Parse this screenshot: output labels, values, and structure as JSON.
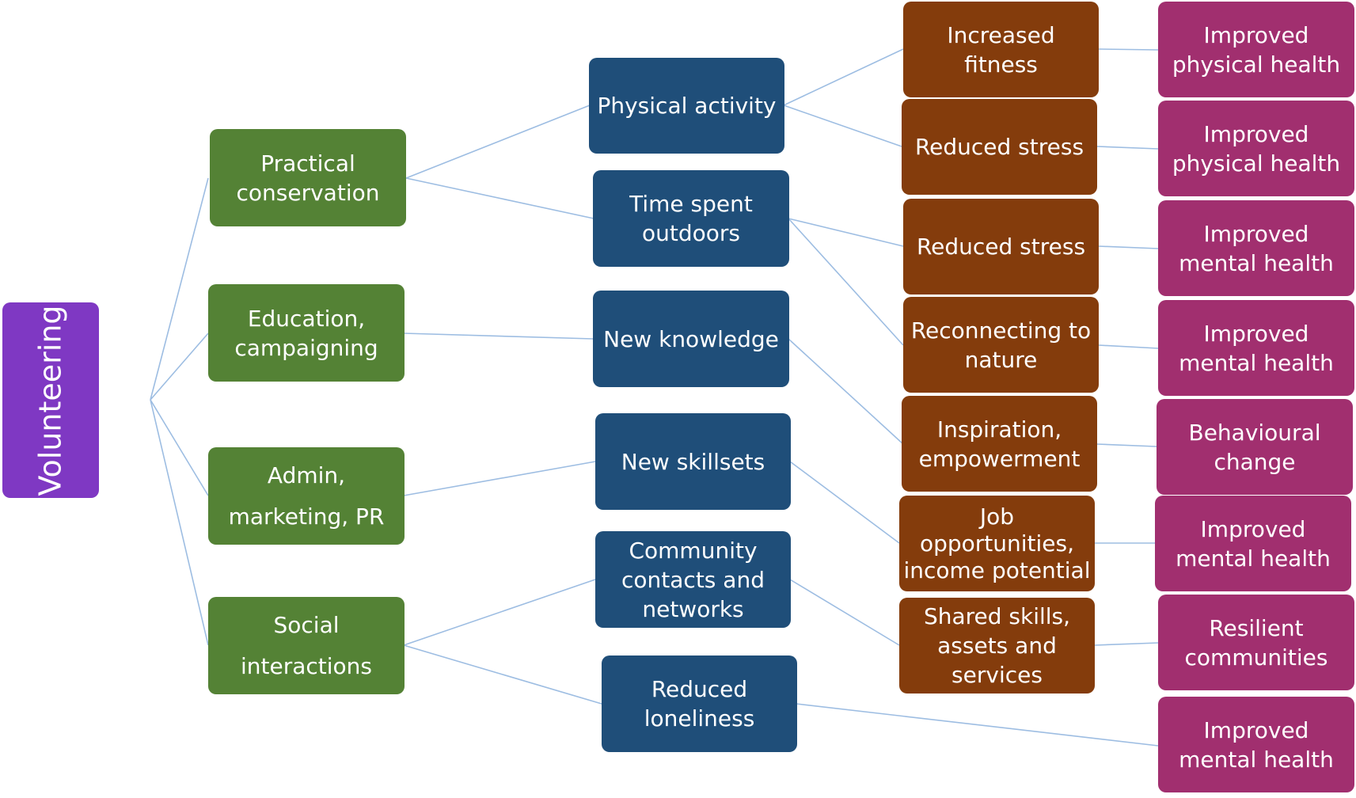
{
  "root": {
    "label": "Volunteering",
    "color": "#7f38c3"
  },
  "activities": [
    "Practical conservation",
    "Education, campaigning",
    "Admin, marketing, PR",
    "Social interactions"
  ],
  "mechanisms": [
    "Physical activity",
    "Time spent outdoors",
    "New knowledge",
    "New skillsets",
    "Community contacts and networks",
    "Reduced loneliness"
  ],
  "effects": [
    "Increased fitness",
    "Reduced stress",
    "Reduced stress",
    "Reconnecting to nature",
    "Inspiration, empowerment",
    "Job opportunities, income potential",
    "Shared skills, assets and services"
  ],
  "outcomes": [
    "Improved physical health",
    "Improved physical health",
    "Improved mental health",
    "Improved mental health",
    "Behavioural change",
    "Improved mental health",
    "Resilient communities",
    "Improved mental health"
  ],
  "colors": {
    "activity": "#548235",
    "mechanism": "#1f4e79",
    "effect": "#843c0c",
    "outcome": "#a12f6f",
    "connector": "#9dbde2"
  }
}
